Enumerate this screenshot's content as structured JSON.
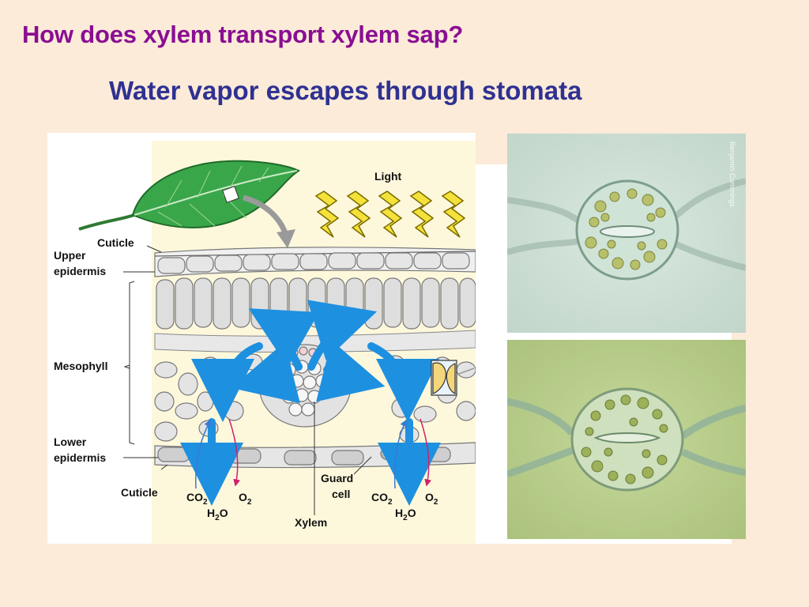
{
  "slide": {
    "title": "How does xylem transport xylem sap?",
    "subtitle": "Water vapor escapes through stomata"
  },
  "diagram": {
    "labels": {
      "light": "Light",
      "cuticle_top": "Cuticle",
      "upper_epidermis_1": "Upper",
      "upper_epidermis_2": "epidermis",
      "mesophyll": "Mesophyll",
      "lower_epidermis_1": "Lower",
      "lower_epidermis_2": "epidermis",
      "cuticle_bottom": "Cuticle",
      "guard_cell_1": "Guard",
      "guard_cell_2": "cell",
      "xylem": "Xylem",
      "co2_left": "CO",
      "co2_left_sub": "2",
      "o2_left": "O",
      "o2_left_sub": "2",
      "h2o_left": "H",
      "h2o_left_sub": "2",
      "h2o_left_end": "O",
      "co2_right": "CO",
      "co2_right_sub": "2",
      "o2_right": "O",
      "o2_right_sub": "2",
      "h2o_right": "H",
      "h2o_right_sub": "2",
      "h2o_right_end": "O"
    },
    "watermark": "Benjamin Cummings",
    "colors": {
      "panel_bg": "#fdf8dc",
      "leaf": "#3aa64a",
      "arrow_blue": "#1e90e0",
      "light_bolt": "#f4e23a",
      "co2_arrow": "#3a7ad0",
      "o2_arrow": "#d0206a"
    }
  }
}
